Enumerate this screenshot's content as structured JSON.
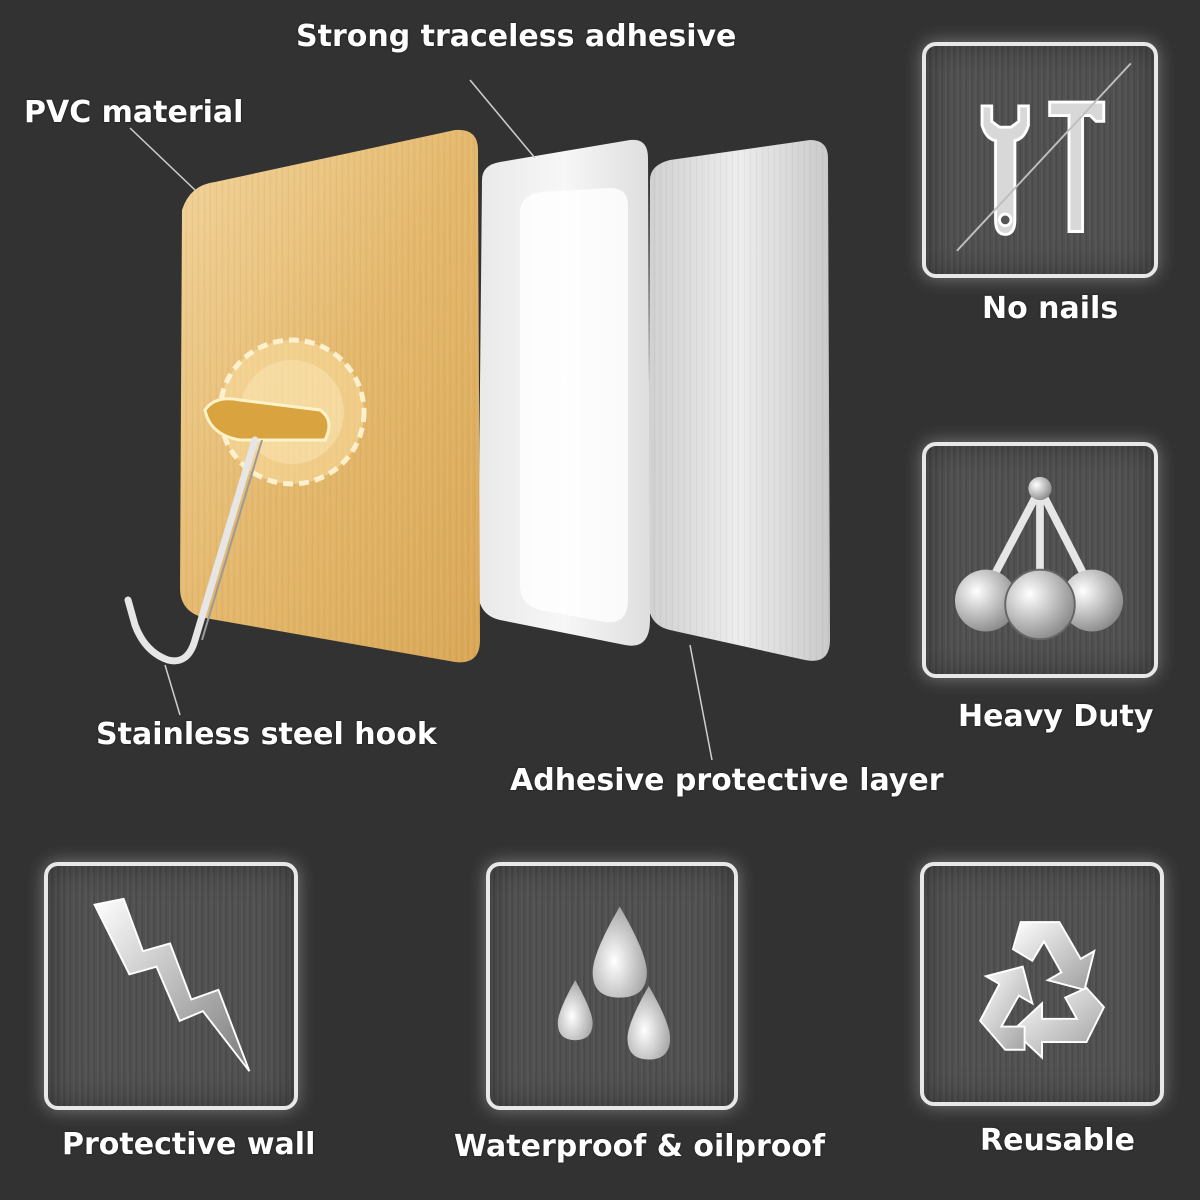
{
  "callouts": {
    "pvc_material": "PVC material",
    "strong_adhesive": "Strong traceless adhesive",
    "steel_hook": "Stainless steel hook",
    "protective_layer": "Adhesive protective layer"
  },
  "features": [
    {
      "icon": "no-nails-icon",
      "label": "No nails"
    },
    {
      "icon": "heavy-duty-icon",
      "label": "Heavy Duty"
    },
    {
      "icon": "protective-wall-icon",
      "label": "Protective wall"
    },
    {
      "icon": "waterproof-icon",
      "label": "Waterproof & oilproof"
    },
    {
      "icon": "reusable-icon",
      "label": "Reusable"
    }
  ],
  "colors": {
    "background": "#323232",
    "gold": "#e7c07a",
    "tile_border": "#e8e8e8",
    "label": "#ffffff"
  }
}
